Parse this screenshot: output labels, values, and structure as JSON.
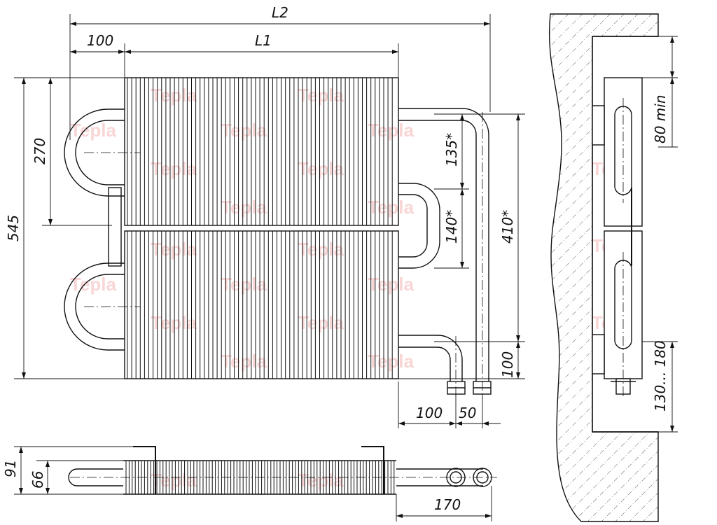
{
  "drawing": {
    "labels": {
      "l2": "L2",
      "l1": "L1",
      "left_offset": "100",
      "height_total": "545",
      "height_upper": "270",
      "pitch_upper": "135*",
      "pitch_lower": "140*",
      "connection_height": "410*",
      "bottom_offset": "100",
      "pipe_offset": "100",
      "pipe_spacing": "50",
      "side_depth": "170",
      "side_outer": "91",
      "side_inner": "66",
      "wall_top_clearance": "80 min",
      "wall_bottom_clearance": "130... 180"
    },
    "watermark": "Tepla",
    "colors": {
      "line": "#111111",
      "watermark": "#f2a6a6"
    }
  }
}
